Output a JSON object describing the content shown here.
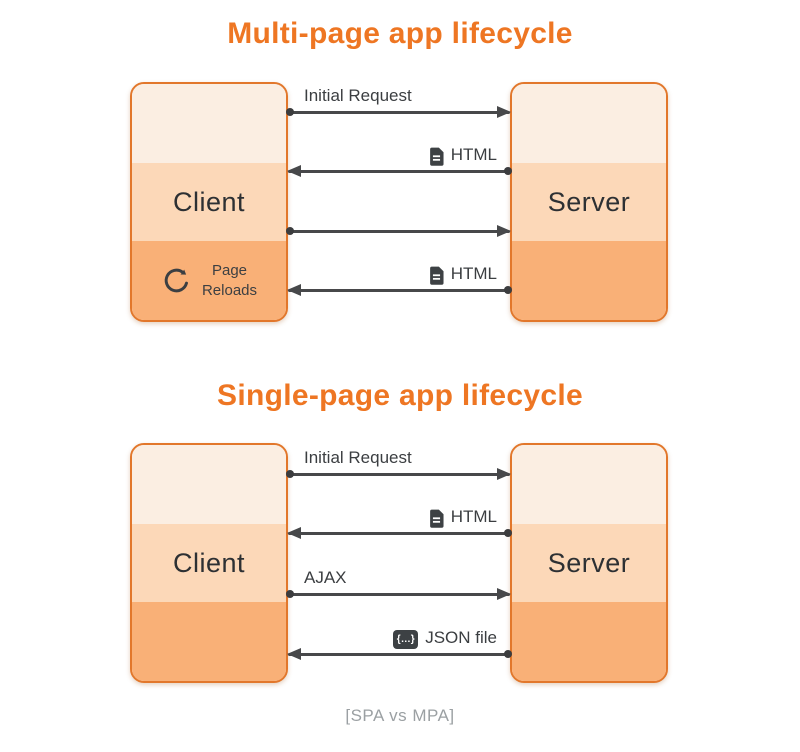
{
  "colors": {
    "accent_orange": "#ee7623",
    "box_border": "#e2772b",
    "band_light": "#fbeee2",
    "band_mid": "#fcd8b8",
    "band_dark": "#f9b077",
    "arrow_dark_gray": "#47484a",
    "label_gray": "#3b3e41",
    "caption_gray": "#9ba0a3"
  },
  "icons": {
    "html_file_icon": "document-with-lines",
    "json_file_icon": "braces-badge",
    "json_file_glyph": "{…}",
    "page_reload_icon": "circular-arrow"
  },
  "mpa": {
    "title": "Multi-page app lifecycle",
    "client": {
      "label": "Client",
      "reloads_label": "Page\nReloads"
    },
    "server": {
      "label": "Server"
    },
    "arrows": [
      {
        "label": "Initial Request",
        "direction": "client-to-server"
      },
      {
        "label": "HTML",
        "icon": "html-file-icon",
        "direction": "server-to-client"
      },
      {
        "label": "",
        "direction": "client-to-server"
      },
      {
        "label": "HTML",
        "icon": "html-file-icon",
        "direction": "server-to-client"
      }
    ]
  },
  "spa": {
    "title": "Single-page app lifecycle",
    "client": {
      "label": "Client"
    },
    "server": {
      "label": "Server"
    },
    "arrows": [
      {
        "label": "Initial Request",
        "direction": "client-to-server"
      },
      {
        "label": "HTML",
        "icon": "html-file-icon",
        "direction": "server-to-client"
      },
      {
        "label": "AJAX",
        "direction": "client-to-server"
      },
      {
        "label": "JSON file",
        "icon": "json-file-icon",
        "direction": "server-to-client"
      }
    ]
  },
  "footer": {
    "caption": "[SPA vs MPA]"
  }
}
